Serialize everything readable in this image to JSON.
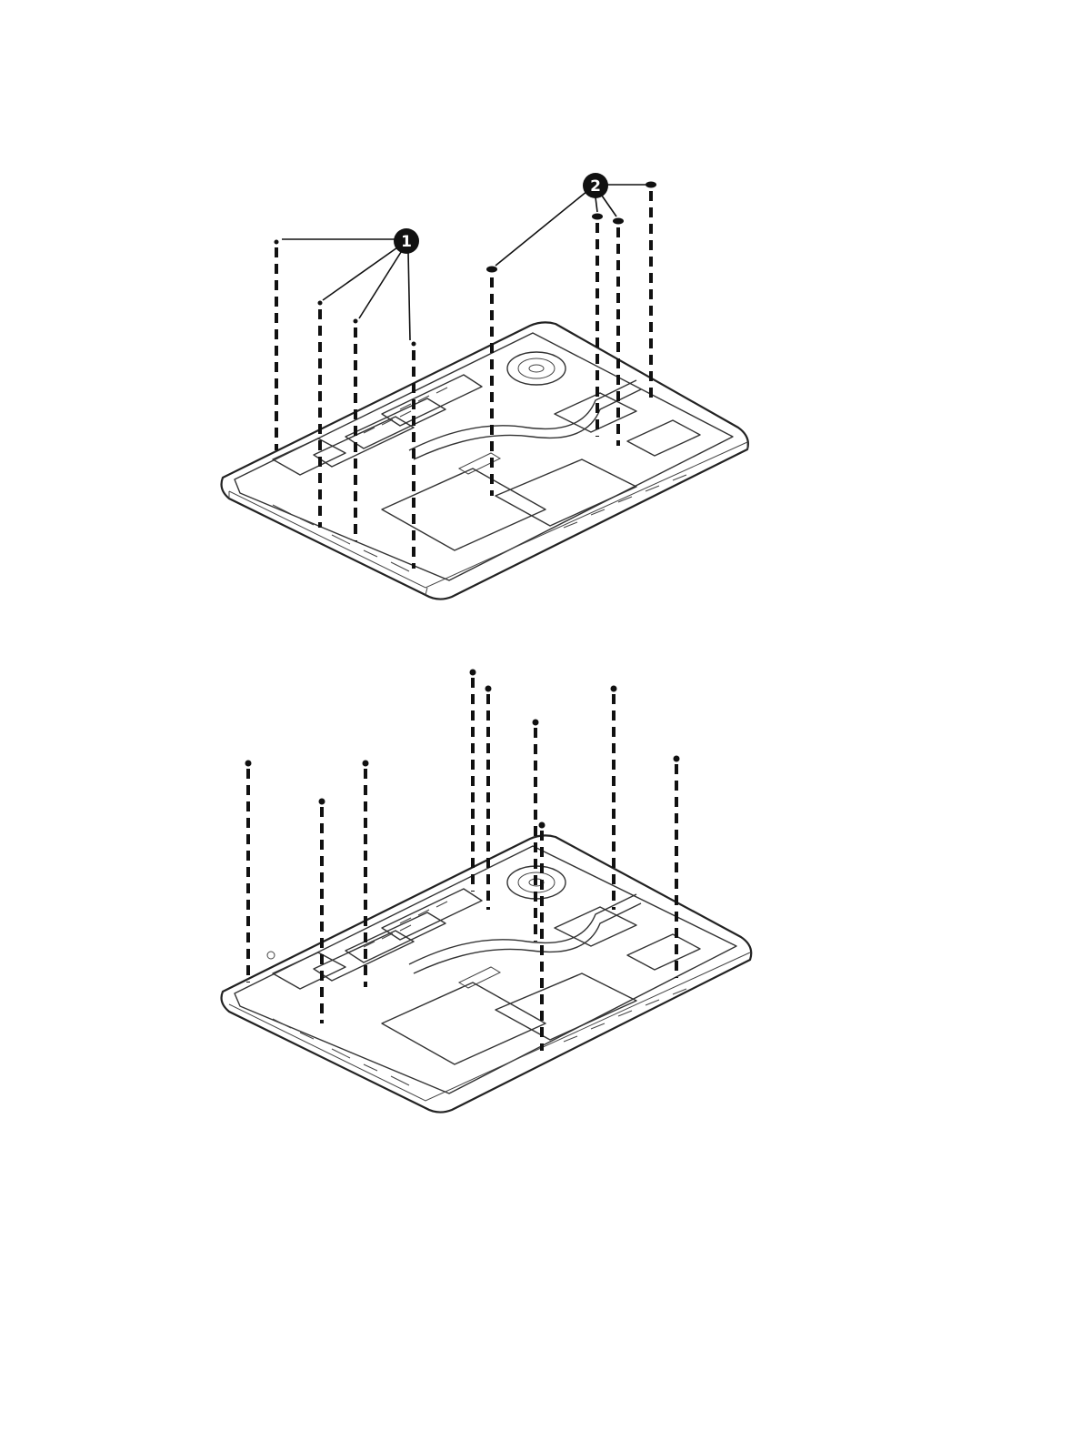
{
  "figure_top": {
    "callouts": [
      {
        "id": "callout-1",
        "label": "1"
      },
      {
        "id": "callout-2",
        "label": "2"
      }
    ]
  },
  "figure_bottom": {
    "callouts": []
  }
}
